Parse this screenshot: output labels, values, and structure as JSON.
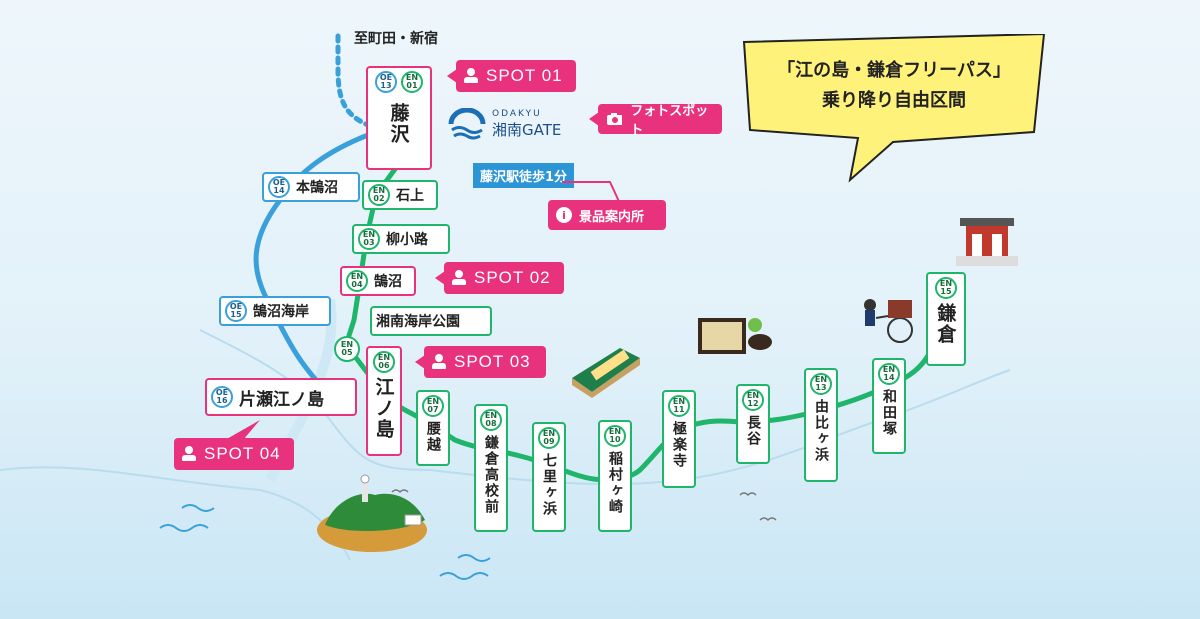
{
  "header": {
    "direction_label": "至町田・新宿"
  },
  "callout": {
    "line1": "「江の島・鎌倉フリーパス」",
    "line2": "乗り降り自由区間"
  },
  "spots": [
    "SPOT 01",
    "SPOT 02",
    "SPOT 03",
    "SPOT 04"
  ],
  "info": {
    "gate_brand_small": "ODAKYU",
    "gate_brand_name": "湘南GATE",
    "photo_spot": "フォトスポット",
    "walk_note": "藤沢駅徒歩1分",
    "prize_center": "景品案内所"
  },
  "stations": {
    "fujisawa": {
      "oe": [
        "OE",
        "13"
      ],
      "en": [
        "EN",
        "01"
      ],
      "name": "藤沢"
    },
    "hon_kugenuma": {
      "code": [
        "OE",
        "14"
      ],
      "name": "本鵠沼"
    },
    "kugenuma_kaigan": {
      "code": [
        "OE",
        "15"
      ],
      "name": "鵠沼海岸"
    },
    "katase_enoshima": {
      "code": [
        "OE",
        "16"
      ],
      "name": "片瀬江ノ島"
    },
    "ishigami": {
      "code": [
        "EN",
        "02"
      ],
      "name": "石上"
    },
    "yanagikoji": {
      "code": [
        "EN",
        "03"
      ],
      "name": "柳小路"
    },
    "kugenuma": {
      "code": [
        "EN",
        "04"
      ],
      "name": "鵠沼"
    },
    "shonan_kaigan_koen": {
      "code": [
        "EN",
        "05"
      ],
      "name": "湘南海岸公園"
    },
    "enoshima": {
      "code": [
        "EN",
        "06"
      ],
      "name": "江ノ島"
    },
    "koshigoe": {
      "code": [
        "EN",
        "07"
      ],
      "name": "腰越"
    },
    "kamakurakokomae": {
      "code": [
        "EN",
        "08"
      ],
      "name": "鎌倉高校前"
    },
    "shichirigahama": {
      "code": [
        "EN",
        "09"
      ],
      "name": "七里ヶ浜"
    },
    "inamuragasaki": {
      "code": [
        "EN",
        "10"
      ],
      "name": "稲村ヶ崎"
    },
    "gokurakuji": {
      "code": [
        "EN",
        "11"
      ],
      "name": "極楽寺"
    },
    "hase": {
      "code": [
        "EN",
        "12"
      ],
      "name": "長谷"
    },
    "yuigahama": {
      "code": [
        "EN",
        "13"
      ],
      "name": "由比ヶ浜"
    },
    "wadazuka": {
      "code": [
        "EN",
        "14"
      ],
      "name": "和田塚"
    },
    "kamakura": {
      "code": [
        "EN",
        "15"
      ],
      "name": "鎌倉"
    }
  },
  "colors": {
    "enoden_line": "#1fb56a",
    "odakyu_line": "#3aa0dc",
    "spot_pink": "#e8327d",
    "callout_yellow": "#fff27a"
  }
}
